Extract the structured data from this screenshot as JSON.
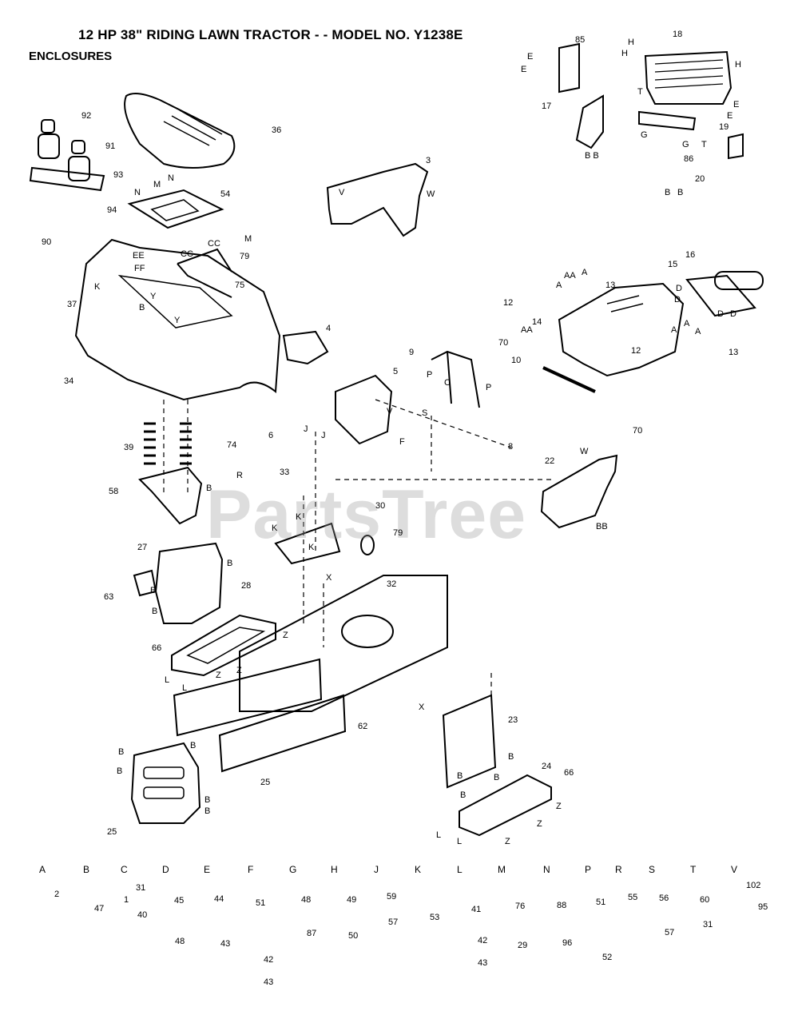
{
  "header": {
    "title": "12 HP 38\" RIDING LAWN TRACTOR - - MODEL NO. Y1238E",
    "section": "ENCLOSURES"
  },
  "watermark": "PartsTree",
  "callouts": [
    "92",
    "91",
    "93",
    "94",
    "90",
    "36",
    "54",
    "79",
    "75",
    "3",
    "37",
    "34",
    "4",
    "5",
    "9",
    "8",
    "6",
    "33",
    "39",
    "74",
    "58",
    "30",
    "79",
    "22",
    "27",
    "63",
    "28",
    "66",
    "32",
    "62",
    "23",
    "24",
    "66",
    "25",
    "25",
    "85",
    "18",
    "17",
    "19",
    "86",
    "20",
    "16",
    "15",
    "13",
    "12",
    "14",
    "70",
    "10",
    "12",
    "13",
    "70"
  ],
  "letter_marks": [
    "H",
    "H",
    "H",
    "E",
    "E",
    "E",
    "E",
    "T",
    "G",
    "G",
    "T",
    "B B",
    "B",
    "B",
    "AA",
    "A",
    "A",
    "AA",
    "A",
    "A",
    "A",
    "D",
    "D",
    "D",
    "D",
    "N",
    "N",
    "M",
    "M",
    "CC",
    "CC",
    "EE",
    "FF",
    "K",
    "B",
    "Y",
    "Y",
    "W",
    "V",
    "P",
    "P",
    "C",
    "S",
    "V",
    "F",
    "J",
    "J",
    "R",
    "K",
    "K",
    "K",
    "B",
    "B",
    "B",
    "B",
    "W",
    "BB",
    "X",
    "Z",
    "Z",
    "Z",
    "L",
    "L",
    "X",
    "B",
    "B",
    "B",
    "B",
    "B",
    "B",
    "B",
    "B",
    "L",
    "L",
    "Z",
    "Z",
    "Z",
    "B"
  ],
  "legend": [
    {
      "key": "A",
      "parts": [
        "2"
      ]
    },
    {
      "key": "B",
      "parts": [
        "47"
      ]
    },
    {
      "key": "C",
      "parts": [
        "31",
        "1",
        "40"
      ]
    },
    {
      "key": "D",
      "parts": [
        "45",
        "48"
      ]
    },
    {
      "key": "E",
      "parts": [
        "44",
        "43"
      ]
    },
    {
      "key": "F",
      "parts": [
        "51",
        "42",
        "43"
      ]
    },
    {
      "key": "G",
      "parts": [
        "48",
        "87"
      ]
    },
    {
      "key": "H",
      "parts": [
        "49",
        "50"
      ]
    },
    {
      "key": "J",
      "parts": [
        "59",
        "57"
      ]
    },
    {
      "key": "K",
      "parts": [
        "53"
      ]
    },
    {
      "key": "L",
      "parts": [
        "41",
        "42",
        "43"
      ]
    },
    {
      "key": "M",
      "parts": [
        "76",
        "29"
      ]
    },
    {
      "key": "N",
      "parts": [
        "88",
        "96"
      ]
    },
    {
      "key": "P",
      "parts": [
        "51",
        "52"
      ]
    },
    {
      "key": "R",
      "parts": [
        "55"
      ]
    },
    {
      "key": "S",
      "parts": [
        "56",
        "57"
      ]
    },
    {
      "key": "T",
      "parts": [
        "60",
        "31"
      ]
    },
    {
      "key": "V",
      "parts": [
        "102",
        "95"
      ]
    }
  ]
}
